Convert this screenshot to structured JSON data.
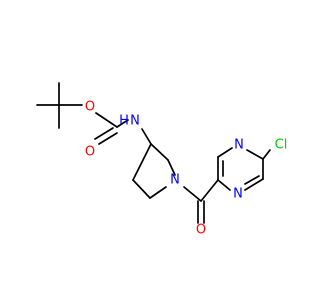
{
  "colors": {
    "bond": "#000000",
    "N": "#0000ff",
    "O": "#ff0000",
    "Cl": "#00cc00",
    "background": "#ffffff"
  },
  "atoms": {
    "o_ester": "O",
    "o_carbamate": "O",
    "n_amide": "N",
    "h_amide": "H",
    "n_ring": "N",
    "o_ketone": "O",
    "n_pyrazine_top": "N",
    "n_pyrazine_bottom": "N",
    "cl": "Cl"
  }
}
